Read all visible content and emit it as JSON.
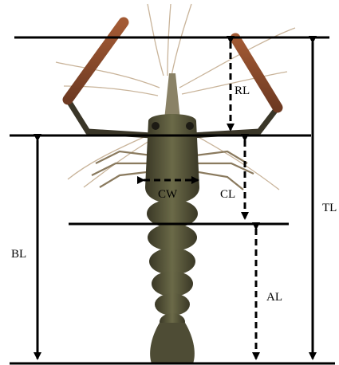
{
  "labels": {
    "rl": "RL",
    "cl": "CL",
    "cw": "CW",
    "bl": "BL",
    "al": "AL",
    "tl": "TL"
  },
  "colors": {
    "line": "#000000",
    "background": "#ffffff",
    "shrimp_body": "#5a5a3c",
    "shrimp_dark": "#2e2c22",
    "claw": "#8a4a2c",
    "antenna": "#c9b49a"
  }
}
